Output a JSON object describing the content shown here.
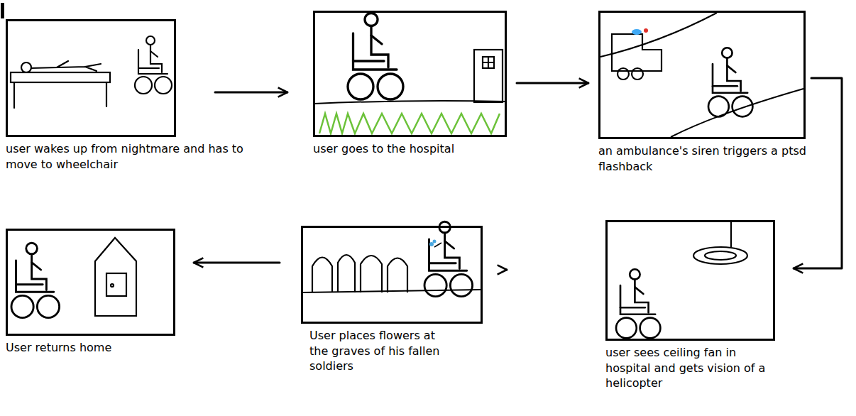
{
  "diagram": {
    "nodes": [
      {
        "text": [
          "user wakes up from nightmare and has to move to wheelchair"
        ]
      },
      {
        "text": [
          "user goes to the hospital"
        ]
      },
      {
        "text": [
          "an ambulance's siren triggers a ptsd flashback"
        ]
      },
      {
        "text": [
          "user sees ceiling fan in hospital and gets vision of a helicopter"
        ]
      },
      {
        "text": [
          "User places flowers at the graves of his fallen soldiers"
        ]
      },
      {
        "text": [
          "User returns home"
        ]
      }
    ],
    "edges": [
      {
        "from": 0,
        "to": 1,
        "arrow": "to"
      },
      {
        "from": 1,
        "to": 2,
        "arrow": "to"
      },
      {
        "from": 2,
        "to": 3,
        "arrow": "to"
      },
      {
        "from": 3,
        "to": 4,
        "arrow": "to"
      },
      {
        "from": 4,
        "to": 5,
        "arrow": "to"
      }
    ]
  }
}
